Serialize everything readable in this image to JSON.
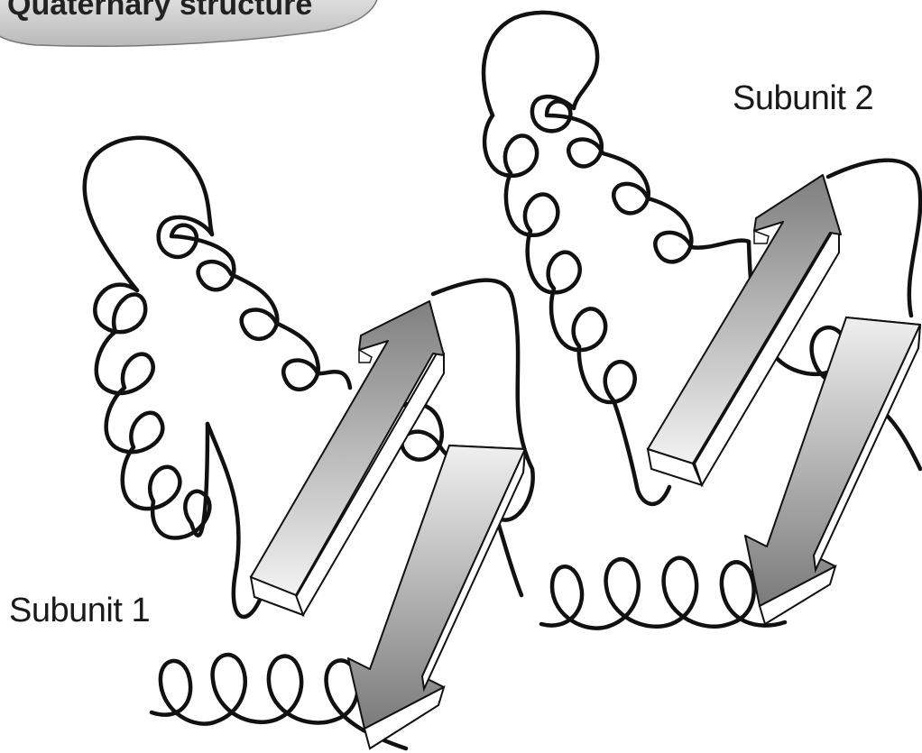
{
  "banner": {
    "text": "Quaternary structure"
  },
  "labels": {
    "subunit_1": "Subunit 1",
    "subunit_2": "Subunit 2"
  },
  "colors": {
    "line": "#111111",
    "strand_dark": "#8a8a8a",
    "strand_light": "#e6e6e6",
    "banner_fill": "#c8c8c8"
  }
}
